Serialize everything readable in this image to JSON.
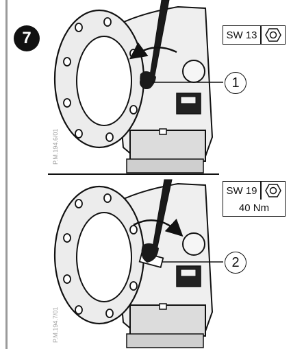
{
  "step": {
    "number": "7"
  },
  "top_panel": {
    "wrench_size": "SW 13",
    "callout": "1",
    "drawing_code": "P.M.194.6/01",
    "rotation": "counter-clockwise"
  },
  "bottom_panel": {
    "wrench_size": "SW 19",
    "torque": "40 Nm",
    "callout": "2",
    "drawing_code": "P.M.194.7/01",
    "rotation": "clockwise"
  },
  "icons": {
    "hex_socket": "hex-nut-icon",
    "flange": "pipe-flange",
    "wrench": "open-end-wrench"
  },
  "colors": {
    "line": "#111111",
    "body_fill": "#e8e8e8",
    "wrench_fill": "#1a1a1a",
    "rule": "#9a9a9a"
  }
}
